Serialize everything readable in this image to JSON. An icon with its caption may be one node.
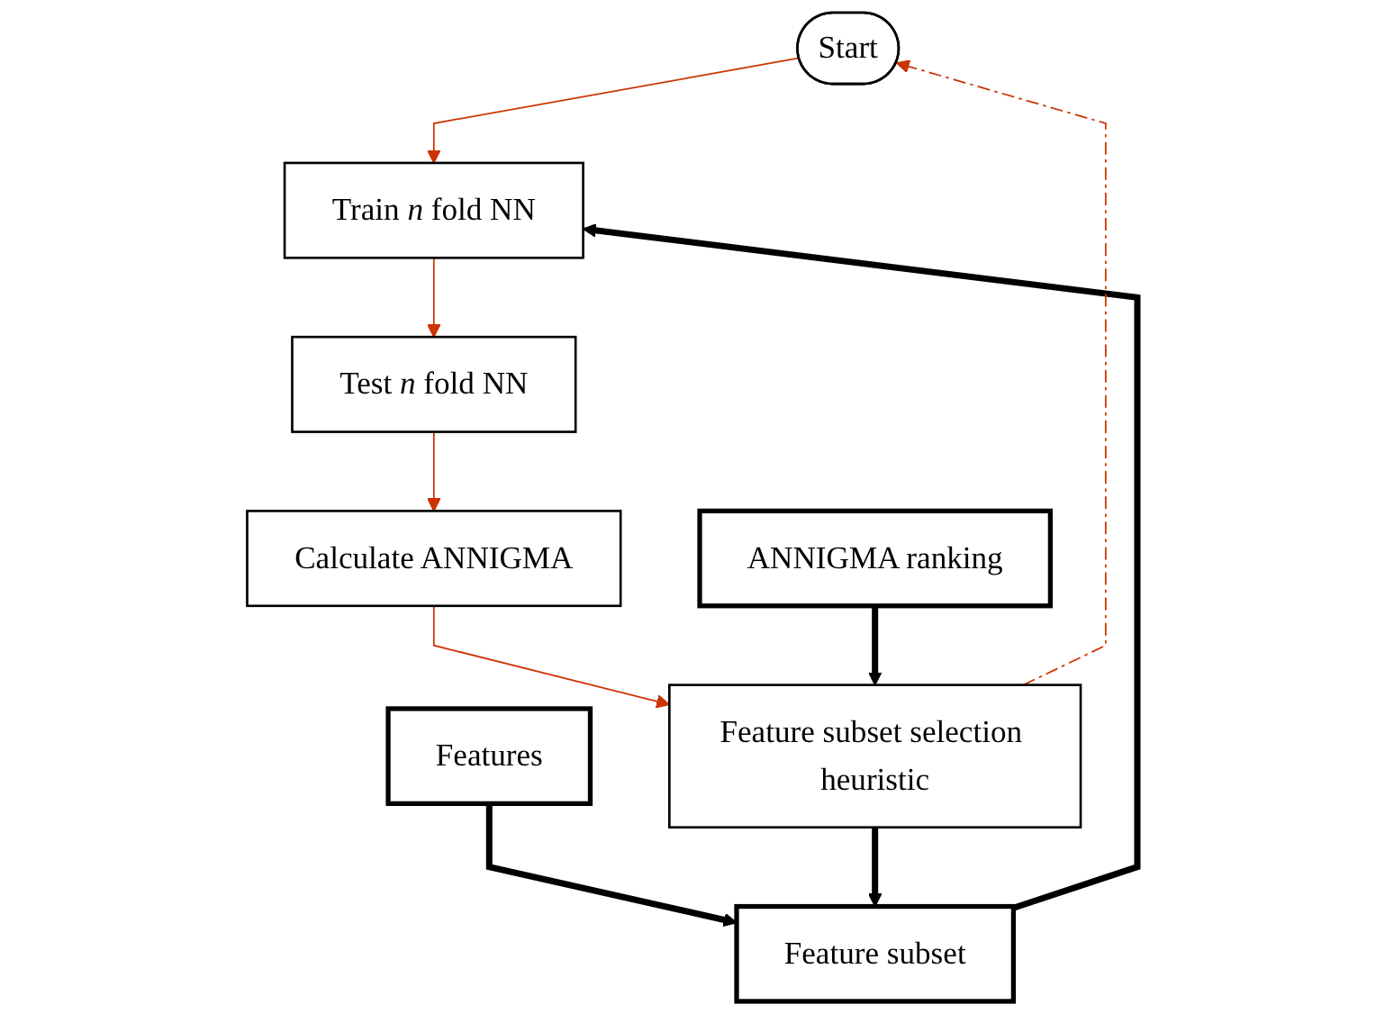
{
  "diagram": {
    "nodes": [
      {
        "text": [
          "Start"
        ]
      },
      {
        "text": [
          "Train *n* fold NN"
        ]
      },
      {
        "text": [
          "Features"
        ]
      },
      {
        "text": [
          "Feature subset"
        ]
      },
      {
        "text": [
          "Test *n* fold NN"
        ]
      },
      {
        "text": [
          "Calculate ANNIGMA"
        ]
      },
      {
        "text": [
          "Feature subset selection heuristic"
        ]
      },
      {
        "text": [
          "ANNIGMA ranking"
        ]
      }
    ],
    "edges": [
      {
        "from": 0,
        "to": 1,
        "arrow": "to"
      },
      {
        "from": 2,
        "to": 3,
        "arrow": "to",
        "style": "thick",
        "color": "#000000"
      },
      {
        "from": 3,
        "to": 1,
        "arrow": "to",
        "style": "thick",
        "color": "#000000"
      },
      {
        "from": 1,
        "to": 4,
        "arrow": "to"
      },
      {
        "from": 4,
        "to": 5,
        "arrow": "to"
      },
      {
        "from": 5,
        "to": 6,
        "arrow": "to"
      },
      {
        "from": 7,
        "to": 6,
        "arrow": "to",
        "style": "thick",
        "color": "#000000"
      },
      {
        "from": 6,
        "to": 3,
        "arrow": "to",
        "style": "thick",
        "color": "#000000"
      },
      {
        "from": 6,
        "to": 0,
        "arrow": "to",
        "style": "dashed"
      }
    ]
  }
}
